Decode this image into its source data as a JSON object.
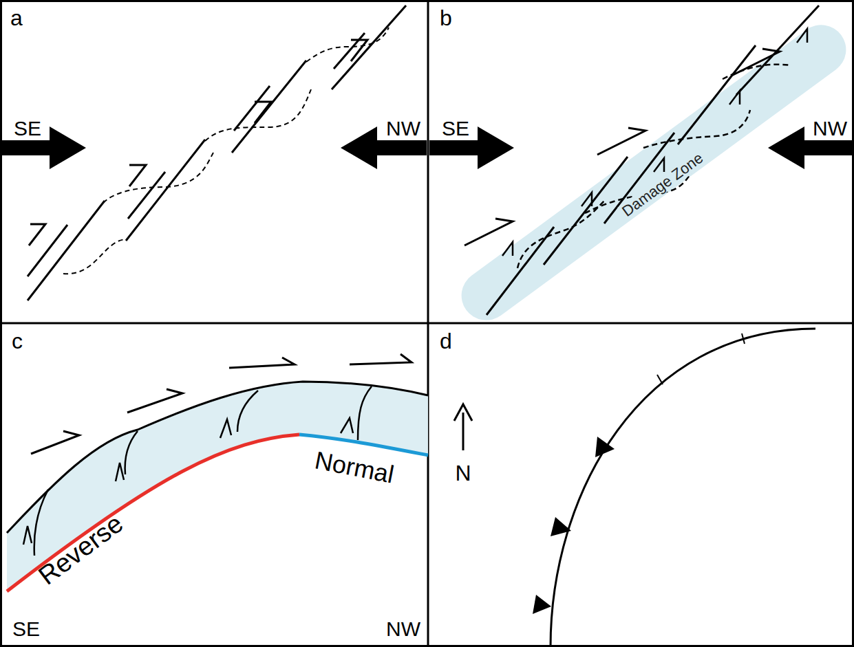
{
  "diagram": {
    "nodes": [
      {
        "text": [
          "Damage Zone"
        ]
      }
    ],
    "labels": [
      "a",
      "SE",
      "NW",
      "b",
      "SE",
      "NW",
      "c",
      "Reverse",
      "Normal",
      "SE",
      "NW",
      "d",
      "N"
    ]
  }
}
